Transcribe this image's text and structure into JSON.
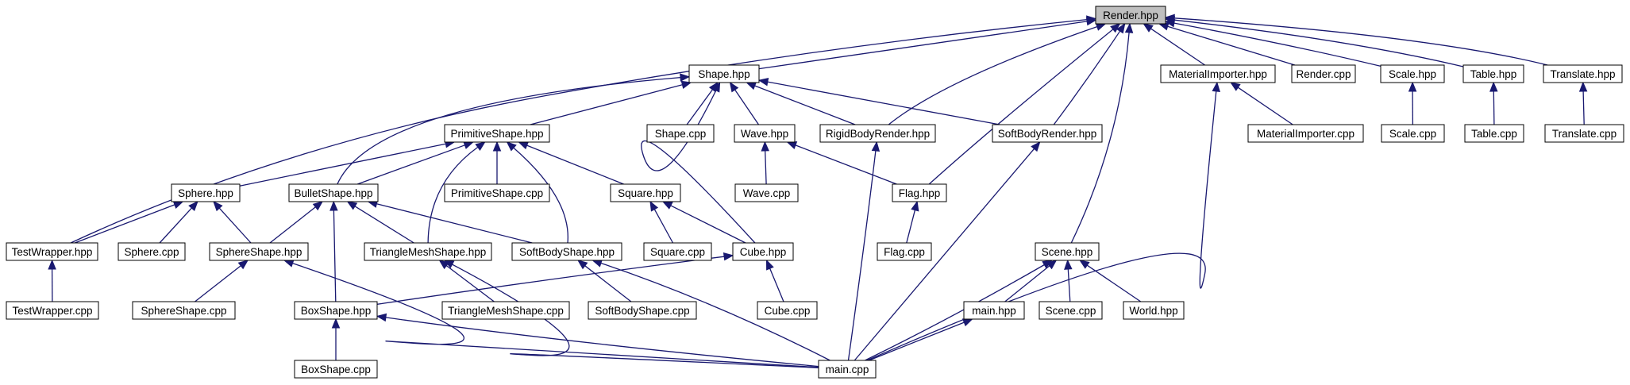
{
  "diagram": {
    "type": "include-dependency-graph",
    "colors": {
      "edge": "#191970",
      "node_fill": "#ffffff",
      "root_fill": "#bfbfbf",
      "border": "#000000"
    },
    "nodes": [
      {
        "id": "render_hpp",
        "label": "Render.hpp",
        "root": true
      },
      {
        "id": "shape_hpp",
        "label": "Shape.hpp"
      },
      {
        "id": "materialimporter_hpp",
        "label": "MaterialImporter.hpp"
      },
      {
        "id": "render_cpp",
        "label": "Render.cpp"
      },
      {
        "id": "scale_hpp",
        "label": "Scale.hpp"
      },
      {
        "id": "table_hpp",
        "label": "Table.hpp"
      },
      {
        "id": "translate_hpp",
        "label": "Translate.hpp"
      },
      {
        "id": "primitiveshape_hpp",
        "label": "PrimitiveShape.hpp"
      },
      {
        "id": "shape_cpp",
        "label": "Shape.cpp"
      },
      {
        "id": "wave_hpp",
        "label": "Wave.hpp"
      },
      {
        "id": "rigidbodyrender_hpp",
        "label": "RigidBodyRender.hpp"
      },
      {
        "id": "softbodyrender_hpp",
        "label": "SoftBodyRender.hpp"
      },
      {
        "id": "materialimporter_cpp",
        "label": "MaterialImporter.cpp"
      },
      {
        "id": "scale_cpp",
        "label": "Scale.cpp"
      },
      {
        "id": "table_cpp",
        "label": "Table.cpp"
      },
      {
        "id": "translate_cpp",
        "label": "Translate.cpp"
      },
      {
        "id": "sphere_hpp",
        "label": "Sphere.hpp"
      },
      {
        "id": "bulletshape_hpp",
        "label": "BulletShape.hpp"
      },
      {
        "id": "primitiveshape_cpp",
        "label": "PrimitiveShape.cpp"
      },
      {
        "id": "square_hpp",
        "label": "Square.hpp"
      },
      {
        "id": "wave_cpp",
        "label": "Wave.cpp"
      },
      {
        "id": "flag_hpp",
        "label": "Flag.hpp"
      },
      {
        "id": "testwrapper_hpp",
        "label": "TestWrapper.hpp"
      },
      {
        "id": "sphere_cpp",
        "label": "Sphere.cpp"
      },
      {
        "id": "sphereshape_hpp",
        "label": "SphereShape.hpp"
      },
      {
        "id": "trianglemeshshape_hpp",
        "label": "TriangleMeshShape.hpp"
      },
      {
        "id": "softbodyshape_hpp",
        "label": "SoftBodyShape.hpp"
      },
      {
        "id": "square_cpp",
        "label": "Square.cpp"
      },
      {
        "id": "cube_hpp",
        "label": "Cube.hpp"
      },
      {
        "id": "flag_cpp",
        "label": "Flag.cpp"
      },
      {
        "id": "scene_hpp",
        "label": "Scene.hpp"
      },
      {
        "id": "testwrapper_cpp",
        "label": "TestWrapper.cpp"
      },
      {
        "id": "sphereshape_cpp",
        "label": "SphereShape.cpp"
      },
      {
        "id": "boxshape_hpp",
        "label": "BoxShape.hpp"
      },
      {
        "id": "trianglemeshshape_cpp",
        "label": "TriangleMeshShape.cpp"
      },
      {
        "id": "softbodyshape_cpp",
        "label": "SoftBodyShape.cpp"
      },
      {
        "id": "cube_cpp",
        "label": "Cube.cpp"
      },
      {
        "id": "main_hpp",
        "label": "main.hpp"
      },
      {
        "id": "scene_cpp",
        "label": "Scene.cpp"
      },
      {
        "id": "world_hpp",
        "label": "World.hpp"
      },
      {
        "id": "boxshape_cpp",
        "label": "BoxShape.cpp"
      },
      {
        "id": "main_cpp",
        "label": "main.cpp"
      }
    ],
    "edges": [
      {
        "from": "shape_hpp",
        "to": "render_hpp"
      },
      {
        "from": "materialimporter_hpp",
        "to": "render_hpp"
      },
      {
        "from": "render_cpp",
        "to": "render_hpp"
      },
      {
        "from": "scale_hpp",
        "to": "render_hpp"
      },
      {
        "from": "table_hpp",
        "to": "render_hpp"
      },
      {
        "from": "translate_hpp",
        "to": "render_hpp"
      },
      {
        "from": "rigidbodyrender_hpp",
        "to": "render_hpp"
      },
      {
        "from": "softbodyrender_hpp",
        "to": "render_hpp"
      },
      {
        "from": "flag_hpp",
        "to": "render_hpp"
      },
      {
        "from": "scene_hpp",
        "to": "render_hpp"
      },
      {
        "from": "testwrapper_hpp",
        "to": "render_hpp"
      },
      {
        "from": "primitiveshape_hpp",
        "to": "shape_hpp"
      },
      {
        "from": "shape_cpp",
        "to": "shape_hpp"
      },
      {
        "from": "wave_hpp",
        "to": "shape_hpp"
      },
      {
        "from": "rigidbodyrender_hpp",
        "to": "shape_hpp"
      },
      {
        "from": "softbodyrender_hpp",
        "to": "shape_hpp"
      },
      {
        "from": "bulletshape_hpp",
        "to": "shape_hpp"
      },
      {
        "from": "cube_hpp",
        "to": "shape_hpp"
      },
      {
        "from": "main_cpp",
        "to": "materialimporter_hpp"
      },
      {
        "from": "materialimporter_cpp",
        "to": "materialimporter_hpp"
      },
      {
        "from": "scale_cpp",
        "to": "scale_hpp"
      },
      {
        "from": "table_cpp",
        "to": "table_hpp"
      },
      {
        "from": "translate_cpp",
        "to": "translate_hpp"
      },
      {
        "from": "sphere_hpp",
        "to": "primitiveshape_hpp"
      },
      {
        "from": "bulletshape_hpp",
        "to": "primitiveshape_hpp"
      },
      {
        "from": "primitiveshape_cpp",
        "to": "primitiveshape_hpp"
      },
      {
        "from": "square_hpp",
        "to": "primitiveshape_hpp"
      },
      {
        "from": "trianglemeshshape_hpp",
        "to": "primitiveshape_hpp"
      },
      {
        "from": "softbodyshape_hpp",
        "to": "primitiveshape_hpp"
      },
      {
        "from": "wave_cpp",
        "to": "wave_hpp"
      },
      {
        "from": "flag_hpp",
        "to": "wave_hpp"
      },
      {
        "from": "main_cpp",
        "to": "rigidbodyrender_hpp"
      },
      {
        "from": "main_cpp",
        "to": "softbodyrender_hpp"
      },
      {
        "from": "testwrapper_hpp",
        "to": "sphere_hpp"
      },
      {
        "from": "sphere_cpp",
        "to": "sphere_hpp"
      },
      {
        "from": "sphereshape_hpp",
        "to": "sphere_hpp"
      },
      {
        "from": "sphereshape_hpp",
        "to": "bulletshape_hpp"
      },
      {
        "from": "boxshape_hpp",
        "to": "bulletshape_hpp"
      },
      {
        "from": "trianglemeshshape_hpp",
        "to": "bulletshape_hpp"
      },
      {
        "from": "softbodyshape_hpp",
        "to": "bulletshape_hpp"
      },
      {
        "from": "square_cpp",
        "to": "square_hpp"
      },
      {
        "from": "cube_hpp",
        "to": "square_hpp"
      },
      {
        "from": "flag_cpp",
        "to": "flag_hpp"
      },
      {
        "from": "testwrapper_cpp",
        "to": "testwrapper_hpp"
      },
      {
        "from": "sphereshape_cpp",
        "to": "sphereshape_hpp"
      },
      {
        "from": "main_cpp",
        "to": "sphereshape_hpp"
      },
      {
        "from": "trianglemeshshape_cpp",
        "to": "trianglemeshshape_hpp"
      },
      {
        "from": "main_cpp",
        "to": "trianglemeshshape_hpp"
      },
      {
        "from": "softbodyshape_cpp",
        "to": "softbodyshape_hpp"
      },
      {
        "from": "main_cpp",
        "to": "softbodyshape_hpp"
      },
      {
        "from": "boxshape_hpp",
        "to": "cube_hpp"
      },
      {
        "from": "cube_cpp",
        "to": "cube_hpp"
      },
      {
        "from": "main_hpp",
        "to": "scene_hpp"
      },
      {
        "from": "scene_cpp",
        "to": "scene_hpp"
      },
      {
        "from": "world_hpp",
        "to": "scene_hpp"
      },
      {
        "from": "main_cpp",
        "to": "scene_hpp"
      },
      {
        "from": "boxshape_cpp",
        "to": "boxshape_hpp"
      },
      {
        "from": "main_cpp",
        "to": "boxshape_hpp"
      },
      {
        "from": "main_cpp",
        "to": "main_hpp"
      }
    ]
  }
}
